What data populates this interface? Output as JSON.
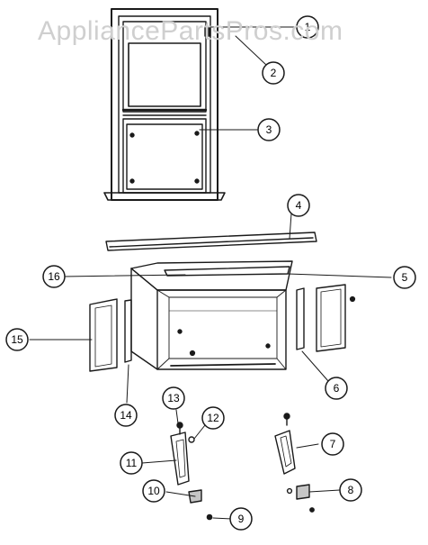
{
  "watermark": "AppliancePartsPros.com",
  "callouts": [
    {
      "label": "1"
    },
    {
      "label": "2"
    },
    {
      "label": "3"
    },
    {
      "label": "4"
    },
    {
      "label": "5"
    },
    {
      "label": "6"
    },
    {
      "label": "7"
    },
    {
      "label": "8"
    },
    {
      "label": "9"
    },
    {
      "label": "10"
    },
    {
      "label": "11"
    },
    {
      "label": "12"
    },
    {
      "label": "13"
    },
    {
      "label": "14"
    },
    {
      "label": "15"
    },
    {
      "label": "16"
    }
  ],
  "colors": {
    "ink": "#1a1a1a",
    "callout_fill": "#ffffff",
    "watermark": "#cfcfcf"
  }
}
